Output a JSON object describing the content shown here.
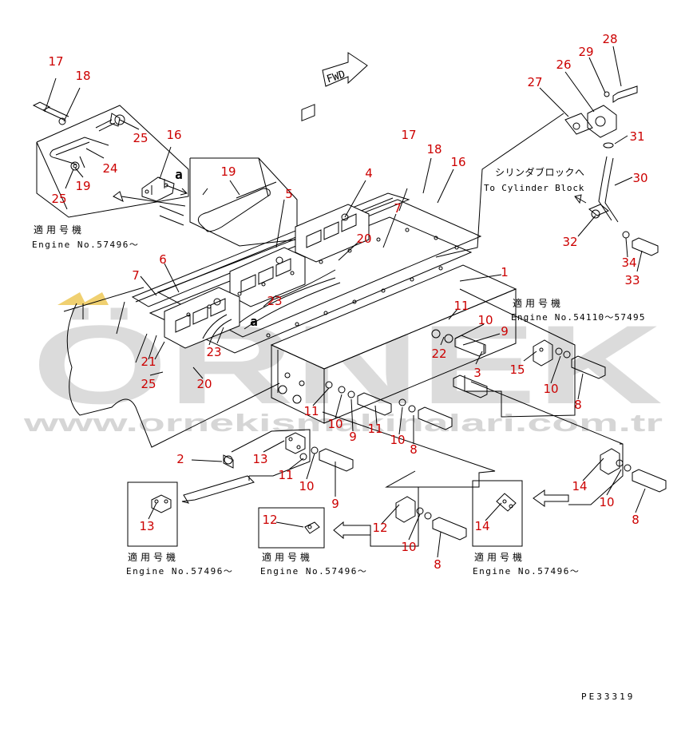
{
  "fwd_label": "FWD",
  "callouts": {
    "c17a": "17",
    "c18a": "18",
    "c25a": "25",
    "c16a": "16",
    "c24": "24",
    "c19a": "19",
    "c25b": "25",
    "c19b": "19",
    "c5": "5",
    "c4": "4",
    "c17b": "17",
    "c18b": "18",
    "c16b": "16",
    "c7a": "7",
    "c20a": "20",
    "c6": "6",
    "c7b": "7",
    "c1": "1",
    "c23a": "23",
    "c23b": "23",
    "c21": "21",
    "c25c": "25",
    "c20b": "20",
    "c10a": "10",
    "c9a": "9",
    "c22": "22",
    "c11a": "11",
    "c3": "3",
    "c15": "15",
    "c10b": "10",
    "c8a": "8",
    "c11b": "11",
    "c10c": "10",
    "c9b": "9",
    "c11c": "11",
    "c10d": "10",
    "c8b": "8",
    "c2": "2",
    "c13a": "13",
    "c11d": "11",
    "c10e": "10",
    "c9c": "9",
    "c13b": "13",
    "c12a": "12",
    "c12b": "12",
    "c10f": "10",
    "c8c": "8",
    "c14a": "14",
    "c14b": "14",
    "c10g": "10",
    "c8d": "8",
    "c28": "28",
    "c29": "29",
    "c26": "26",
    "c27": "27",
    "c31": "31",
    "c30": "30",
    "c32": "32",
    "c34": "34",
    "c33": "33"
  },
  "detail_a_left": "a",
  "detail_a_mid": "a",
  "applicable_models": "適用号機",
  "engine_57496": "Engine No.57496～",
  "engine_54110": "Engine No.54110～57495",
  "to_cylinder_jp": "シリンダブロックへ",
  "to_cylinder_en": "To Cylinder Block",
  "drawing_code": "PE33319",
  "watermark": {
    "logo": "ÖRNEK",
    "url": "www.ornekismakinalari.com.tr",
    "color": "#c8c8c8"
  },
  "colors": {
    "callout": "#cc0000",
    "line": "#000000"
  }
}
